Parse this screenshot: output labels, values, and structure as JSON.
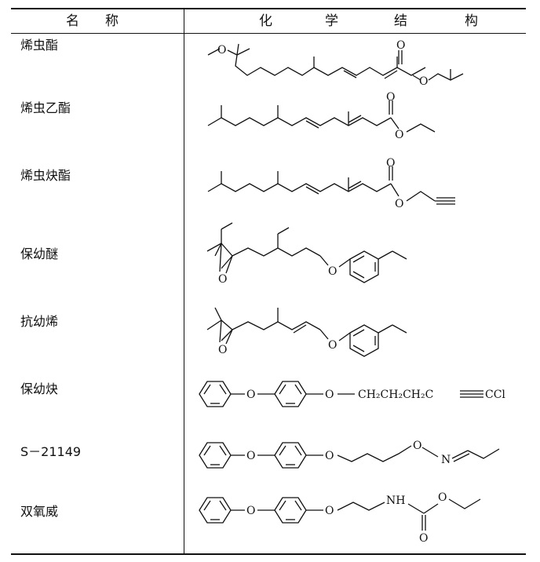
{
  "header": {
    "name_chars": [
      "名",
      "称"
    ],
    "structure_chars": [
      "化",
      "学",
      "结",
      "构"
    ]
  },
  "rows": [
    {
      "name": "烯虫酯",
      "atoms": {
        "o_methoxy": "O",
        "o_carbonyl": "O",
        "o_ester": "O"
      }
    },
    {
      "name": "烯虫乙酯",
      "atoms": {
        "o_carbonyl": "O",
        "o_ester": "O"
      }
    },
    {
      "name": "烯虫炔酯",
      "atoms": {
        "o_carbonyl": "O",
        "o_ester": "O"
      }
    },
    {
      "name": "保幼醚",
      "atoms": {
        "o_epoxide": "O",
        "o_ether": "O"
      }
    },
    {
      "name": "抗幼烯",
      "atoms": {
        "o_epoxide": "O",
        "o_ether": "O"
      }
    },
    {
      "name": "保幼炔",
      "atoms": {
        "o1": "O",
        "o2": "O",
        "chain": "CH₂CH₂CH₂C",
        "terminal": "CCl"
      }
    },
    {
      "name": "S－21149",
      "atoms": {
        "o1": "O",
        "o2": "O",
        "o3": "O",
        "n": "N"
      }
    },
    {
      "name": "双氧威",
      "atoms": {
        "o1": "O",
        "o2": "O",
        "nh": "NH",
        "o_ester": "O",
        "o_carbonyl": "O"
      }
    }
  ]
}
